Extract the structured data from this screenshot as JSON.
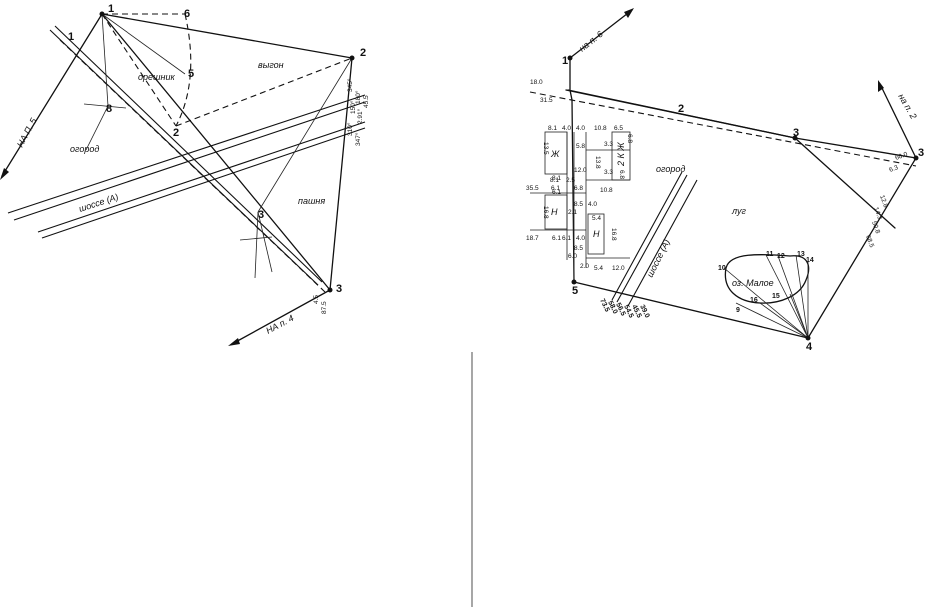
{
  "left": {
    "points": [
      "1",
      "2",
      "3",
      "1",
      "2",
      "3",
      "5",
      "6",
      "8"
    ],
    "areas": {
      "orchard": "орешник",
      "hay": "выгон",
      "garden": "огород",
      "field": "пашня",
      "highway": "шоссе (А)"
    },
    "directions": {
      "to_5": "НА П. 5",
      "to_4": "НА п. 4"
    },
    "measurements": [
      "345°",
      "180°",
      "45.5",
      "150°",
      "2.91°",
      "310°",
      "347°",
      "4.5",
      "87.5"
    ]
  },
  "right": {
    "points": [
      "1",
      "2",
      "3",
      "3",
      "4",
      "5",
      "9",
      "10",
      "11",
      "12",
      "13",
      "14",
      "15",
      "16"
    ],
    "areas": {
      "garden": "огород",
      "meadow": "луг",
      "lake": "оз. Малое",
      "highway": "шоссе (А)",
      "building_a": "Ж",
      "building_b": "Н",
      "building_c": "Н",
      "building_d": "2 К Ж"
    },
    "directions": {
      "to_6": "на п. 6",
      "to_2": "на п. 2"
    },
    "left_values": [
      "18.0",
      "31.5",
      "13.5",
      "8.1",
      "35.5",
      "6.1",
      "16.8",
      "18.7",
      "6.1",
      "6.0"
    ],
    "building_values": [
      "8.1",
      "4.0",
      "4.0",
      "10.8",
      "6.5",
      "6.8",
      "5.8",
      "12.0",
      "8.1",
      "2.5",
      "6.1",
      "6.8",
      "8.5",
      "4.0",
      "5.4",
      "2.1",
      "6.1",
      "4.0",
      "8.5",
      "2.0",
      "5.4",
      "12.0",
      "3.3",
      "10.8",
      "16.8",
      "13.8",
      "3.3",
      "6.8"
    ],
    "bottom_values": [
      "73.5",
      "58.0",
      "56.5",
      "54.5",
      "45.5",
      "39.0"
    ],
    "right_values": [
      "60.0",
      "6.3",
      "12.8",
      "14.3",
      "50.8",
      "68.5"
    ]
  }
}
